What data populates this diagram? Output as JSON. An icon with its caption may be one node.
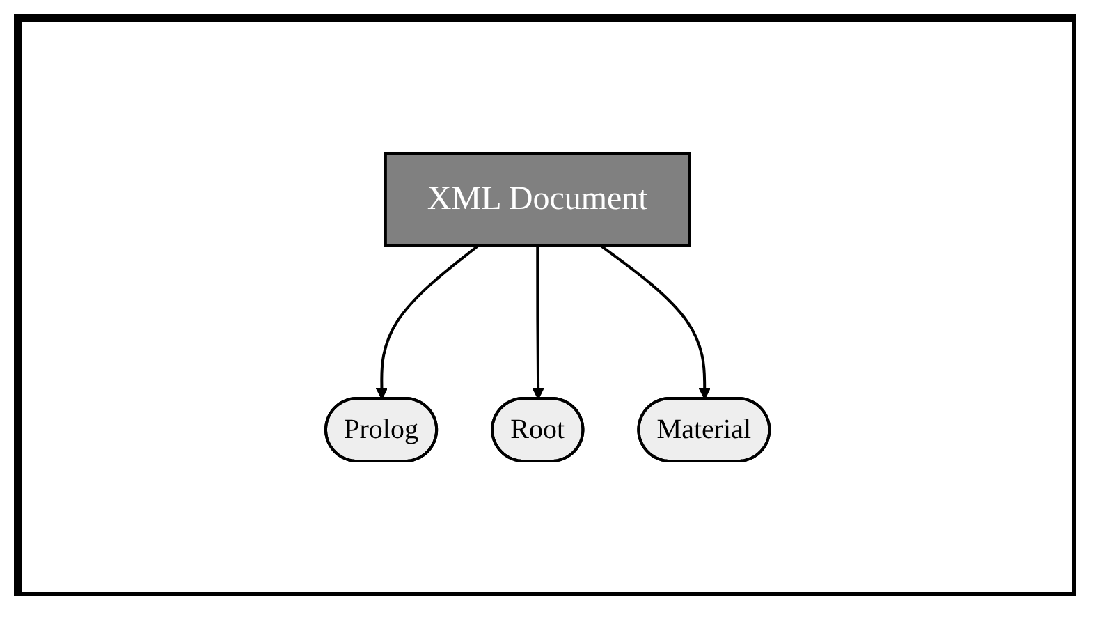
{
  "diagram": {
    "nodes": [
      {
        "text": [
          "XML Document"
        ]
      },
      {
        "text": [
          "Prolog"
        ]
      },
      {
        "text": [
          "Root"
        ]
      },
      {
        "text": [
          "Material"
        ]
      }
    ],
    "edges": [
      {
        "from": 0,
        "to": 1,
        "arrow": "to"
      },
      {
        "from": 0,
        "to": 2,
        "arrow": "to"
      },
      {
        "from": 0,
        "to": 3,
        "arrow": "to"
      }
    ]
  }
}
